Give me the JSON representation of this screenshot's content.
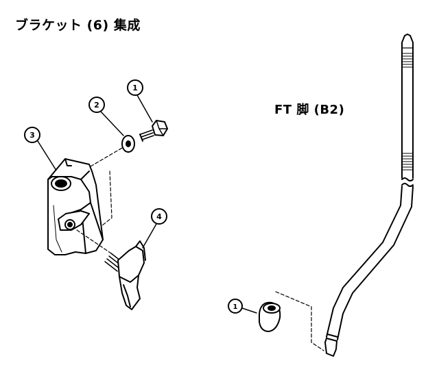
{
  "titles": {
    "bracket_assembly": "ブラケット (6) 集成",
    "ft_leg": "FT 脚 (B2)"
  },
  "callouts": {
    "bolt": "1",
    "washer": "2",
    "bracket": "3",
    "wing_screw": "4",
    "leg_cap": "1"
  }
}
